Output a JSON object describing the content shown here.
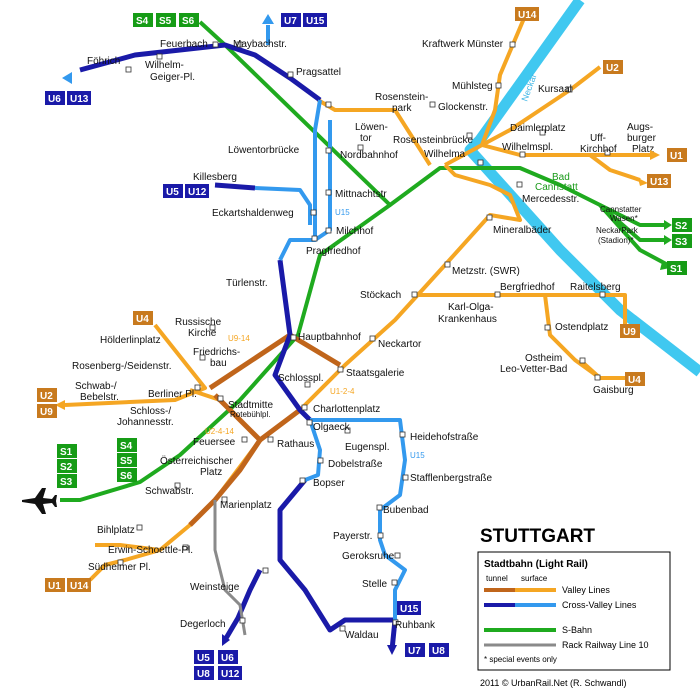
{
  "title": "STUTTGART",
  "legend": {
    "heading": "Stadtbahn (Light Rail)",
    "tunnel": "tunnel",
    "surface": "surface",
    "items": [
      {
        "label": "Valley Lines"
      },
      {
        "label": "Cross-Valley Lines"
      },
      {
        "label": "S-Bahn"
      },
      {
        "label": "Rack Railway Line 10"
      }
    ],
    "note": "* special events only"
  },
  "credit": "2011 © UrbanRail.Net (R. Schwandl)",
  "river": "Neckar",
  "colors": {
    "valley": "#f5a623",
    "valley_tunnel": "#c0651b",
    "cross": "#1a1aa8",
    "cross_surface": "#3399ee",
    "sbahn": "#1faa1f",
    "rack": "#8a8a8a",
    "river": "#40c8f0",
    "badge_orange": "#c87a1e",
    "badge_blue": "#1a1aa8",
    "badge_green": "#169c16"
  },
  "line_badges": {
    "s4s5s6_top": [
      "S4",
      "S5",
      "S6"
    ],
    "u7u15_top": [
      "U7",
      "U15"
    ],
    "u14_top": "U14",
    "u2_right": "U2",
    "u1_right": "U1",
    "u13_right": "U13",
    "s2_right": "S2",
    "s3_right": "S3",
    "s1_right": "S1",
    "u6u13_left": [
      "U6",
      "U13"
    ],
    "u5u12_left": [
      "U5",
      "U12"
    ],
    "u4_left": "U4",
    "u2u9_left": [
      "U2",
      "U9"
    ],
    "s1s2s3_left": [
      "S1",
      "S2",
      "S3"
    ],
    "s4s5s6_left": [
      "S4",
      "S5",
      "S6"
    ],
    "u9_right": "U9",
    "u4_right": "U4",
    "u1u14_left": [
      "U1",
      "U14"
    ],
    "u15_lower": "U15",
    "u7u8_lower": [
      "U7",
      "U8"
    ],
    "u5u6u8u12_bottom": [
      "U5",
      "U6",
      "U8",
      "U12"
    ]
  },
  "line_labels": {
    "u15_a": "U15",
    "u15_b": "U15",
    "u9_14": "U9-14",
    "u1_2_4": "U1-2-4",
    "u2_4_14": "U2-4-14"
  },
  "stations": {
    "feuerbach": "Feuerbach",
    "foehrich": "Föhrich",
    "wilhelm_geiger_1": "Wilhelm-",
    "wilhelm_geiger_2": "Geiger-Pl.",
    "maybachstr": "Maybachstr.",
    "pragsattel": "Pragsattel",
    "kraftwerk": "Kraftwerk Münster",
    "muehlsteg": "Mühlsteg",
    "kursaal": "Kursaal",
    "rosensteinpark_1": "Rosenstein-",
    "rosensteinpark_2": "park",
    "glockenstr": "Glockenstr.",
    "loewentor_1": "Löwen-",
    "loewentor_2": "tor",
    "rosensteinbruecke": "Rosensteinbrücke",
    "daimlerplatz": "Daimlerplatz",
    "uff_1": "Uff-",
    "uff_2": "Kirchhof",
    "augsburger_1": "Augs-",
    "augsburger_2": "burger",
    "augsburger_3": "Platz",
    "loewentorbruecke": "Löwentorbrücke",
    "nordbahnhof": "Nordbahnhof",
    "wilhelma": "Wilhelma",
    "wilhelmspl": "Wilhelmspl.",
    "bad_1": "Bad",
    "bad_2": "Cannstatt",
    "killesberg": "Killesberg",
    "mittnachtstr": "Mittnachtstr",
    "mercedesstr": "Mercedesstr.",
    "cannstatter_1": "Cannstatter",
    "cannstatter_2": "Wasen*",
    "neckarpark_1": "NeckarPark",
    "neckarpark_2": "(Stadion)*",
    "eckartshaldenweg": "Eckartshaldenweg",
    "milchhof": "Milchhof",
    "mineralbaeder": "Mineralbäder",
    "pragfriedhof": "Pragfriedhof",
    "tuerlenstr": "Türlenstr.",
    "metzstr": "Metzstr. (SWR)",
    "stoeckach": "Stöckach",
    "bergfriedhof": "Bergfriedhof",
    "raitelsberg": "Raitelsberg",
    "karl_olga_1": "Karl-Olga-",
    "karl_olga_2": "Krankenhaus",
    "russische_1": "Russische",
    "russische_2": "Kirche",
    "hoelderlinplatz": "Hölderlinplatz",
    "hauptbahnhof": "Hauptbahnhof",
    "ostendplatz": "Ostendplatz",
    "friedrichsbau_1": "Friedrichs-",
    "friedrichsbau_2": "bau",
    "neckartor": "Neckartor",
    "rosenberg": "Rosenberg-/Seidenstr.",
    "ostheim_1": "Ostheim",
    "ostheim_2": "Leo-Vetter-Bad",
    "schwab_1": "Schwab-/",
    "schwab_2": "Bebelstr.",
    "berliner": "Berliner Pl.",
    "schlosspl": "Schlosspl.",
    "staatsgalerie": "Staatsgalerie",
    "gaisburg": "Gaisburg",
    "stadtmitte_1": "Stadtmitte",
    "stadtmitte_2": "Rotebühlpl.",
    "charlottenplatz": "Charlottenplatz",
    "schloss_1": "Schloss-/",
    "schloss_2": "Johannesstr.",
    "olgaeck": "Olgaeck",
    "feuersee": "Feuersee",
    "rathaus": "Rathaus",
    "eugenspl": "Eugenspl.",
    "heidehofstr": "Heidehofstraße",
    "oesterreichischer_1": "Österreichischer",
    "oesterreichischer_2": "Platz",
    "dobelstr": "Dobelstraße",
    "schwabstr": "Schwabstr.",
    "bopser": "Bopser",
    "stafflenbergstr": "Stafflenbergstraße",
    "marienplatz": "Marienplatz",
    "bubenbad": "Bubenbad",
    "bihlplatz": "Bihlplatz",
    "payerstr": "Payerstr.",
    "erwin": "Erwin-Schoettle-Pl.",
    "geroksruhe": "Geroksruhe",
    "suedheimer": "Südheimer Pl.",
    "weinsteige": "Weinsteige",
    "stelle": "Stelle",
    "degerloch": "Degerloch",
    "ruhbank": "Ruhbank",
    "waldau": "Waldau"
  }
}
